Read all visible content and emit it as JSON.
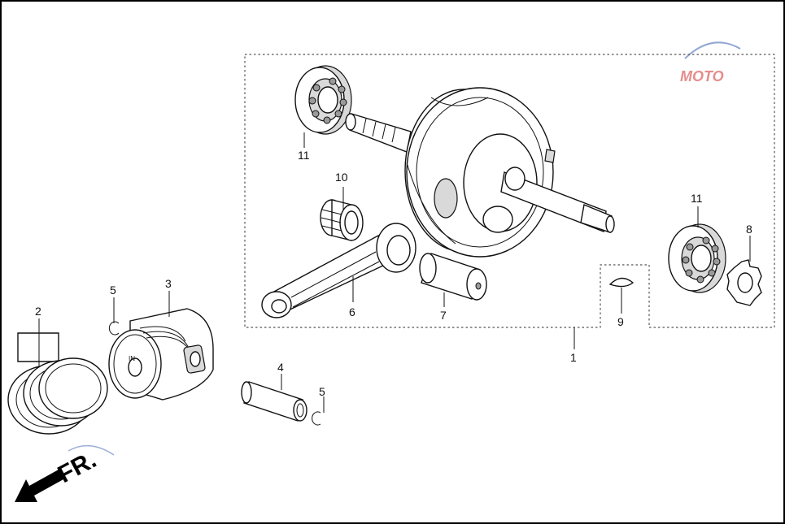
{
  "diagram": {
    "callouts": [
      "1",
      "2",
      "3",
      "4",
      "5",
      "6",
      "7",
      "8",
      "9",
      "10",
      "11"
    ],
    "direction_label": "FR.",
    "piston_mark": "IN",
    "watermark": "MOTO"
  },
  "colors": {
    "ink": "#111111",
    "frame": "#000000",
    "watermark_red": "#d23030",
    "watermark_blue": "#3a5fb0"
  }
}
